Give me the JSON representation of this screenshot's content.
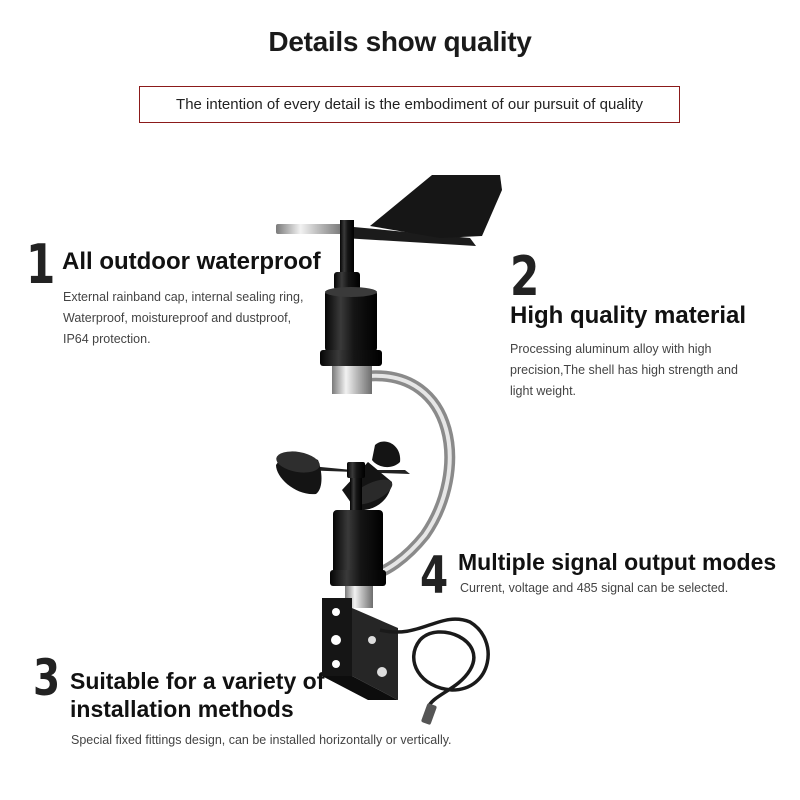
{
  "header": {
    "title": "Details show quality",
    "subtitle": "The intention of every detail is the embodiment of our pursuit of quality"
  },
  "features": [
    {
      "number": "1",
      "title": "All outdoor waterproof",
      "lines": [
        "External rainband cap, internal sealing ring,",
        "Waterproof, moistureproof and dustproof,",
        "IP64 protection."
      ]
    },
    {
      "number": "2",
      "title": "High quality material",
      "lines": [
        "Processing aluminum alloy with high",
        "precision,The shell has high strength and",
        "light weight."
      ]
    },
    {
      "number": "3",
      "title_lines": [
        "Suitable for a variety of",
        "installation methods"
      ],
      "lines": [
        "Special fixed fittings design, can be installed horizontally or vertically."
      ]
    },
    {
      "number": "4",
      "title": "Multiple signal output modes",
      "lines": [
        "Current, voltage and 485 signal can be selected."
      ]
    }
  ],
  "colors": {
    "accent_border": "#8b1a1a",
    "product_black": "#161616",
    "steel": "#b8b8b8"
  }
}
